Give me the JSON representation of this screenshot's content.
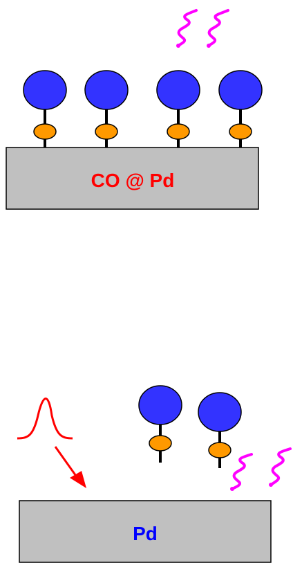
{
  "panels": {
    "top": {
      "surface_label": "CO @ Pd",
      "label_color": "#ff0000",
      "adsorbed_molecule_count": 4
    },
    "bottom": {
      "surface_label": "Pd",
      "label_color": "#0000ff",
      "desorbed_molecule_count": 2
    }
  },
  "colors": {
    "surface_fill": "#c0c0c0",
    "oxygen_atom": "#3333ff",
    "carbon_atom": "#ff9900",
    "bond": "#000000",
    "wavy_emission": "#ff00ff",
    "pulse": "#ff0000"
  },
  "icons": {
    "pulse": "laser-pulse-icon",
    "arrow": "arrow-down-right-icon",
    "wavy": "wavy-emission-icon"
  }
}
